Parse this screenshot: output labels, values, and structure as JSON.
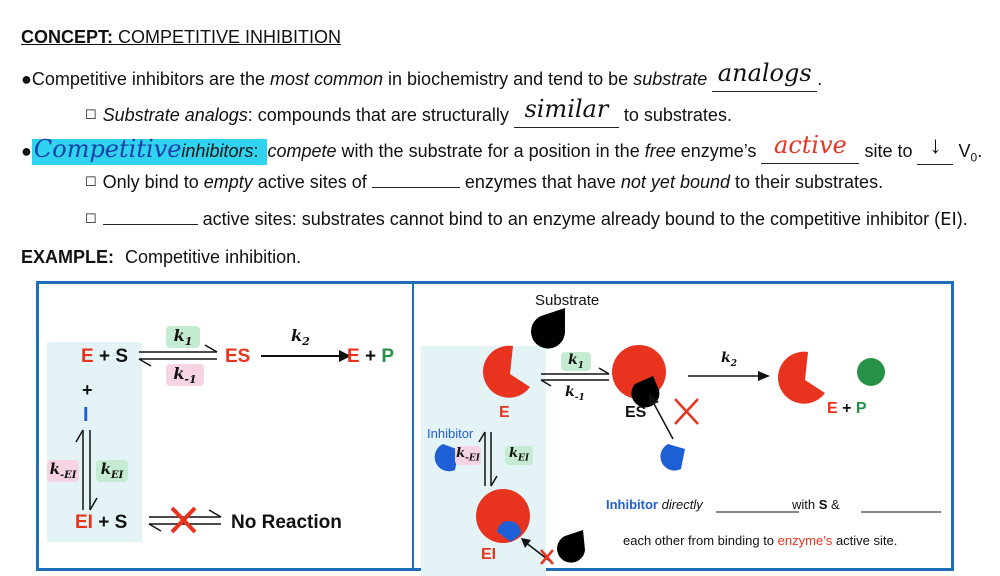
{
  "concept": {
    "label": "CONCEPT:",
    "title": "COMPETITIVE INHIBITION"
  },
  "bullet1": {
    "pre": "Competitive inhibitors are the ",
    "em1": "most common",
    "mid": " in biochemistry and tend to be ",
    "em2": "substrate",
    "answer": "analogs",
    "end": "."
  },
  "sub1": {
    "em": "Substrate analogs",
    "text": ": compounds that are structurally ",
    "answer": "similar",
    "end": " to substrates."
  },
  "bullet2": {
    "highlight": "Competitive",
    "inhib": "inhibitors",
    "colon": ": ",
    "em1": "compete",
    "t1": " with the substrate for a position in the ",
    "em2": "free",
    "t2": " enzyme’s ",
    "answer": "active",
    "t3": " site to ",
    "arrow": "↓",
    "v0": "V",
    "v0sub": "0",
    "end": "."
  },
  "sub2": {
    "t1": "Only bind to ",
    "em1": "empty",
    "t2": " active sites of ",
    "t3": " enzymes that have ",
    "em2": "not yet bound",
    "t4": " to their substrates."
  },
  "sub3": {
    "t1": " active sites: substrates cannot bind to an enzyme already bound to the competitive inhibitor (",
    "ei": "EI",
    "t2": ")."
  },
  "example": {
    "label": "EXAMPLE:",
    "text": "Competitive inhibition."
  },
  "left_panel": {
    "E": "E",
    "plusS": " + S",
    "ES": "ES",
    "EP_E": "E",
    "EP_plus": " + ",
    "EP_P": "P",
    "k1": "k",
    "k1_sub": "1",
    "km1": "k",
    "km1_sub": "-1",
    "k2": "k",
    "k2_sub": "2",
    "plus": "+",
    "I": "I",
    "kmEI": "k",
    "kmEI_sub": "-EI",
    "kEI": "k",
    "kEI_sub": "EI",
    "EI": "EI",
    "EIplusS": " + S",
    "no_reaction": "No Reaction"
  },
  "right_panel": {
    "substrate": "Substrate",
    "inhibitor": "Inhibitor",
    "k1": "k",
    "k1_sub": "1",
    "km1": "k",
    "km1_sub": "-1",
    "k2": "k",
    "k2_sub": "2",
    "kmEI": "k",
    "kmEI_sub": "-EI",
    "kEI": "k",
    "kEI_sub": "EI",
    "E": "E",
    "ES": "ES",
    "EP_E": "E",
    "EP_plus": " + ",
    "EP_P": "P",
    "EI": "EI",
    "note1_a": "Inhibitor",
    "note1_b": " directly",
    "note1_c": " with ",
    "note1_S": "S",
    "note1_d": " &",
    "note2_a": "each other from binding to ",
    "note2_b": "enzyme’s",
    "note2_c": " active site."
  },
  "colors": {
    "red": "#e8331f",
    "green": "#27914a",
    "blue": "#1f5fd6",
    "panel": "#1e6fb8",
    "cyan": "#2fd3f0",
    "shade": "#e3f3f6"
  }
}
